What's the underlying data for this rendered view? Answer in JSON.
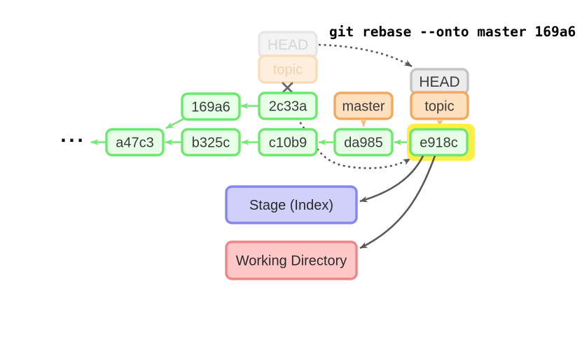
{
  "command": "git rebase --onto master 169a6",
  "labels": {
    "old_head": "HEAD",
    "old_topic": "topic",
    "new_head": "HEAD",
    "new_topic": "topic",
    "master": "master"
  },
  "commits": {
    "c169a6": "169a6",
    "c2c33a": "2c33a",
    "ca47c3": "a47c3",
    "cb325c": "b325c",
    "cc10b9": "c10b9",
    "cda985": "da985",
    "ce918c": "e918c"
  },
  "history_ellipsis": "···",
  "panels": {
    "stage": "Stage (Index)",
    "working_directory": "Working Directory"
  },
  "palette": {
    "commit_fill": "#e6ffe6",
    "commit_border": "#6ce86c",
    "branch_fill": "#fee0bf",
    "branch_border": "#f2a95e",
    "head_fill": "#ececec",
    "head_border": "#c4c4c4",
    "faded_head_fill": "#f4f4f4",
    "faded_branch_fill": "#fdeedd",
    "highlight_yellow": "#ffee44",
    "stage_fill": "#d0d0fb",
    "stage_border": "#8585f0",
    "working_fill": "#ffc8c8",
    "working_border": "#ef8585",
    "arrow_green": "#74e874",
    "arrow_orange": "#f6b87c",
    "arrow_dark": "#585858"
  }
}
